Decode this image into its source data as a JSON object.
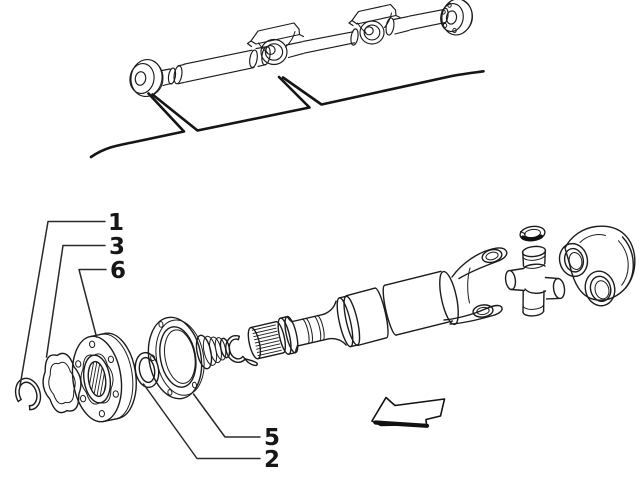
{
  "colors": {
    "ink": "#1c1c1c",
    "paper": "#ffffff"
  },
  "callouts": [
    {
      "label": "1"
    },
    {
      "label": "3"
    },
    {
      "label": "6"
    },
    {
      "label": "5"
    },
    {
      "label": "2"
    }
  ],
  "icons": {
    "direction_arrow": "left-block-arrow"
  }
}
